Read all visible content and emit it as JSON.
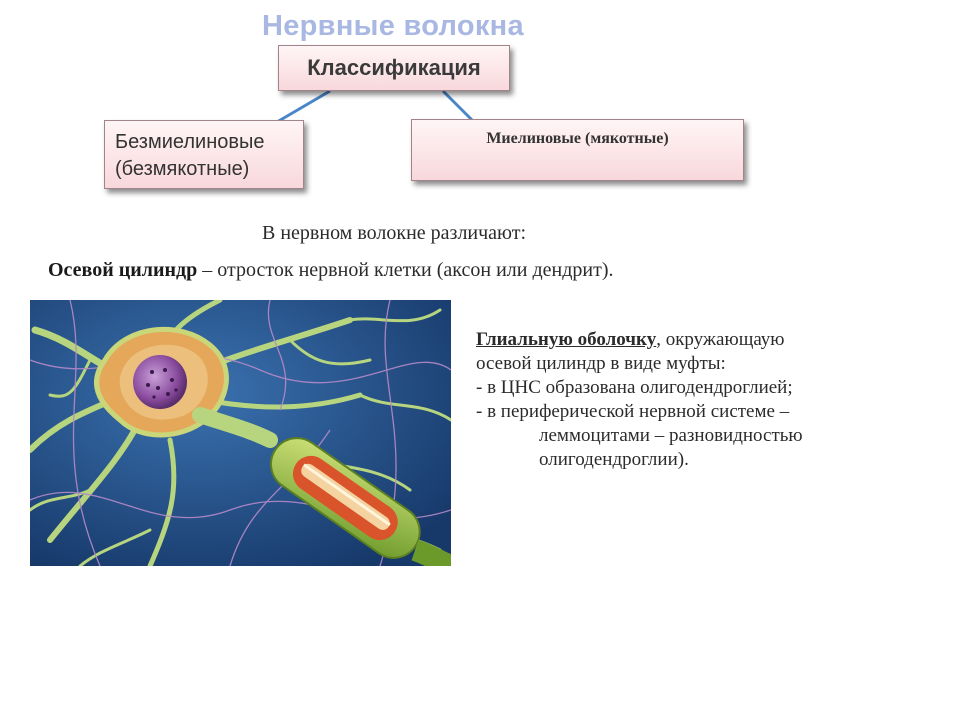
{
  "title": "Нервные волокна",
  "classification": "Классификация",
  "box_left": [
    "Безмиелиновые",
    "(безмякотные)"
  ],
  "box_right": "Миелиновые (мякотные)",
  "intro": "В нервном волокне различают:",
  "axial": {
    "term": "Осевой цилиндр",
    "rest": " – отросток нервной клетки (аксон или дендрит)."
  },
  "glial": {
    "term": "Глиальную  оболочку",
    "line1_rest": ", окружающаую",
    "line2": "осевой цилиндр в виде муфты:",
    "line3": "- в ЦНС образована олигодендроглией;",
    "line4": "- в периферической нервной системе –",
    "line5": "леммоцитами – разновидностью",
    "line6": "олигодендроглии)."
  },
  "colors": {
    "title": "#a9b8e2",
    "connector": "#4a86c8",
    "box_fill": "#f8d8dc",
    "illustration_bg": "#23508a"
  },
  "illustration": "neuron-with-myelinated-axon"
}
